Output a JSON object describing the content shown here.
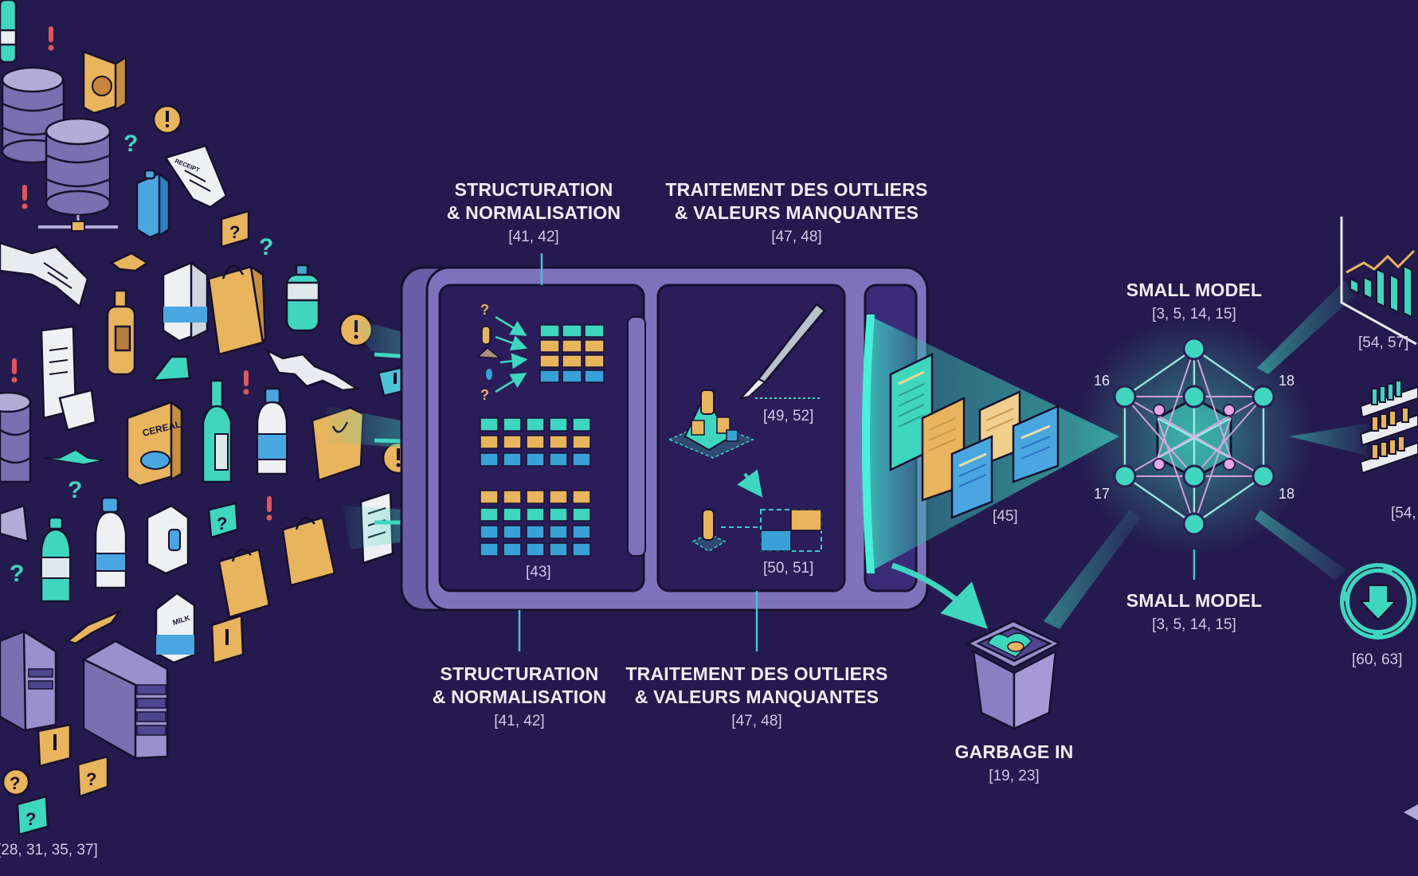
{
  "colors": {
    "background": "#251a4d",
    "teal": "#3fd6c0",
    "gold": "#e8b45e",
    "blue": "#3aa0d8",
    "lavender": "#8a7fc2",
    "panel": "#2a1d5a",
    "pink": "#e7a6e6",
    "red_alert": "#e0565b"
  },
  "sources": {
    "ref": "[28, 31, 35, 37]",
    "cereal_label": "CEREAL",
    "milk_label": "MILK",
    "receipt_label": "RECEIPT"
  },
  "pipeline": {
    "top_labels": [
      {
        "title_line1": "STRUCTURATION",
        "title_line2": "& NORMALISATION",
        "ref": "[41, 42]"
      },
      {
        "title_line1": "TRAITEMENT DES OUTLIERS",
        "title_line2": "& VALEURS MANQUANTES",
        "ref": "[47, 48]"
      }
    ],
    "bottom_labels": [
      {
        "title_line1": "STRUCTURATION",
        "title_line2": "& NORMALISATION",
        "ref": "[41, 42]"
      },
      {
        "title_line1": "TRAITEMENT DES OUTLIERS",
        "title_line2": "& VALEURS MANQUANTES",
        "ref": "[47, 48]"
      }
    ],
    "structuring_ref": "[43]",
    "outlier_ref": "[49, 52]",
    "imputation_ref": "[50, 51]",
    "docs_ref": "[45]"
  },
  "model": {
    "top_title": "SMALL MODEL",
    "top_ref": "[3, 5, 14, 15]",
    "bottom_title": "SMALL MODEL",
    "bottom_ref": "[3, 5, 14, 15]",
    "node_numbers": [
      "16",
      "18",
      "17",
      "18"
    ]
  },
  "garbage": {
    "title": "GARBAGE IN",
    "ref": "[19, 23]"
  },
  "outputs": [
    {
      "name": "analytics-chart",
      "ref": "[54, 57]"
    },
    {
      "name": "retail-shelves",
      "ref": "[54,"
    },
    {
      "name": "refresh-cycle",
      "ref": "[60, 63]"
    }
  ]
}
